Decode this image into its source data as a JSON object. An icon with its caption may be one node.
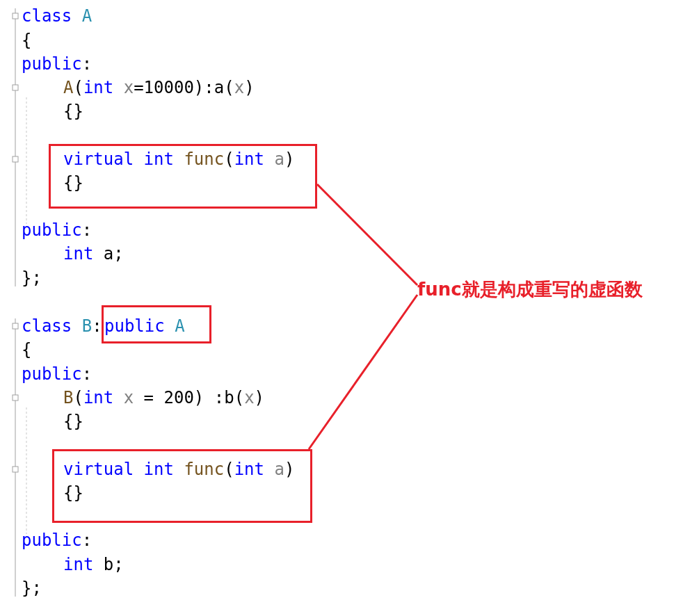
{
  "diagram": {
    "nodes": [
      {
        "text": [
          "virtual int func(int a) {}"
        ]
      },
      {
        "text": [
          "public A"
        ]
      },
      {
        "text": [
          "virtual int func(int a) {}"
        ]
      },
      {
        "text": [
          "func就是构成重写的虚函数"
        ]
      }
    ],
    "edges": [
      {
        "from": 0,
        "to": 3,
        "arrow": "none",
        "color": "#e8202a"
      },
      {
        "from": 2,
        "to": 3,
        "arrow": "none",
        "color": "#e8202a"
      }
    ],
    "labels": [
      "class A",
      "{",
      "public:",
      "A(int x=10000):a(x)",
      "{}",
      "public:",
      "int a;",
      "};",
      "class B:",
      "{",
      "public:",
      "B(int x = 200) :b(x)",
      "{}",
      "public:",
      "int b;",
      "};"
    ]
  }
}
